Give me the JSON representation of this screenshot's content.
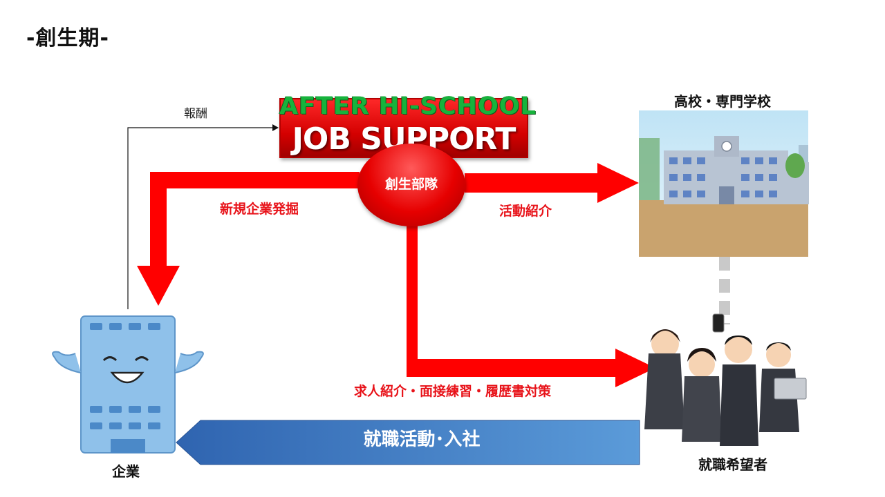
{
  "title": "-創生期-",
  "logo": {
    "line1": "AFTER HI-SCHOOL",
    "line2": "JOB SUPPORT"
  },
  "badge": "創生部隊",
  "labels": {
    "reward": "報酬",
    "new_companies": "新規企業発掘",
    "activity_intro": "活動紹介",
    "support": "求人紹介・面接練習・履歴書対策",
    "job_hunting": "就職活動･入社"
  },
  "nodes": {
    "school": "高校・専門学校",
    "company": "企業",
    "seekers": "就職希望者"
  },
  "colors": {
    "arrow_red": "#ff0000",
    "label_red": "#e8131a",
    "blue_arrow": "#3f7fc7",
    "logo_green": "#17b33c"
  }
}
